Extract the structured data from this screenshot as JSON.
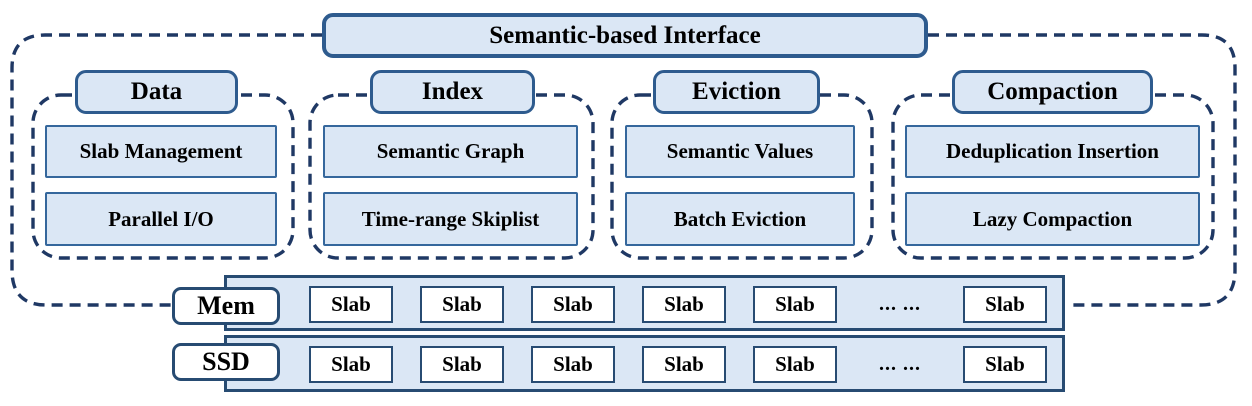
{
  "title": {
    "label": "Semantic-based Interface"
  },
  "groups": [
    {
      "label": "Data",
      "items": [
        "Slab Management",
        "Parallel I/O"
      ]
    },
    {
      "label": "Index",
      "items": [
        "Semantic Graph",
        "Time-range Skiplist"
      ]
    },
    {
      "label": "Eviction",
      "items": [
        "Semantic Values",
        "Batch Eviction"
      ]
    },
    {
      "label": "Compaction",
      "items": [
        "Deduplication Insertion",
        "Lazy Compaction"
      ]
    }
  ],
  "storage": {
    "rows": [
      {
        "label": "Mem",
        "cells": [
          "Slab",
          "Slab",
          "Slab",
          "Slab",
          "Slab",
          "... ...",
          "Slab"
        ]
      },
      {
        "label": "SSD",
        "cells": [
          "Slab",
          "Slab",
          "Slab",
          "Slab",
          "Slab",
          "... ...",
          "Slab"
        ]
      }
    ]
  },
  "colors": {
    "box_fill": "#dbe7f5",
    "box_border": "#2e5b8e",
    "content_border": "#35679c",
    "dash_line": "#1f3864",
    "storage_border": "#274b72",
    "slab_fill": "#ffffff",
    "text": "#000000"
  }
}
